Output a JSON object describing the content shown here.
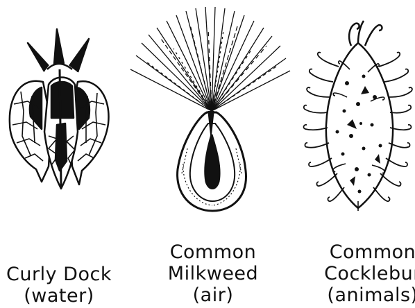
{
  "seeds": [
    {
      "name_lines": [
        "Curly Dock"
      ],
      "dispersal": "(water)"
    },
    {
      "name_lines": [
        "Common",
        "Milkweed"
      ],
      "dispersal": "(air)"
    },
    {
      "name_lines": [
        "Common",
        "Cocklebur"
      ],
      "dispersal": "(animals)"
    }
  ],
  "colors": {
    "ink": "#111111",
    "paper": "#ffffff"
  }
}
